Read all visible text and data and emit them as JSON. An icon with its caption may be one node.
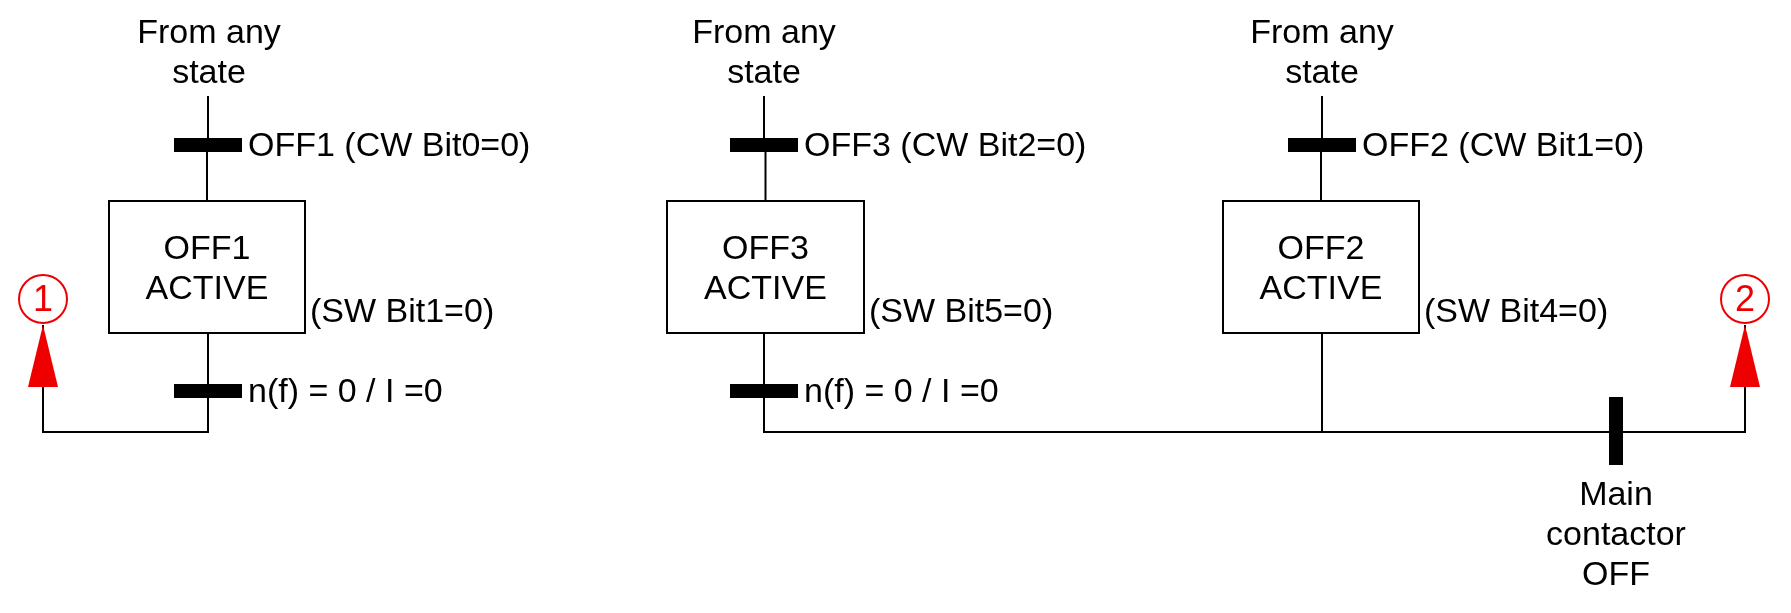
{
  "diagram": {
    "nodes": [
      {
        "text": [
          "From any state"
        ]
      },
      {
        "text": [],
        "shape": "bar",
        "beside": [
          "OFF1 (CW Bit0=0)"
        ]
      },
      {
        "text": [
          "OFF1 ACTIVE"
        ],
        "beside": [
          "(SW Bit1=0)"
        ]
      },
      {
        "text": [],
        "shape": "bar",
        "beside": [
          "n(f) = 0 / I =0"
        ]
      },
      {
        "text": [
          "1"
        ]
      },
      {
        "text": [
          "From any state"
        ]
      },
      {
        "text": [],
        "shape": "bar",
        "beside": [
          "OFF3 (CW Bit2=0)"
        ]
      },
      {
        "text": [
          "OFF3 ACTIVE"
        ],
        "beside": [
          "(SW Bit5=0)"
        ]
      },
      {
        "text": [],
        "shape": "bar",
        "beside": [
          "n(f) = 0 / I =0"
        ]
      },
      {
        "text": [
          "From any state"
        ]
      },
      {
        "text": [],
        "shape": "bar",
        "beside": [
          "OFF2 (CW Bit1=0)"
        ]
      },
      {
        "text": [
          "OFF2 ACTIVE"
        ],
        "beside": [
          "(SW Bit4=0)"
        ]
      },
      {
        "text": [],
        "shape": "bar",
        "beside": [
          "Main contactor OFF"
        ]
      },
      {
        "text": [
          "2"
        ]
      }
    ],
    "edges": [
      {
        "from": 0,
        "to": 1,
        "arrow": "none"
      },
      {
        "from": 1,
        "to": 2,
        "arrow": "none"
      },
      {
        "from": 2,
        "to": 3,
        "arrow": "none"
      },
      {
        "from": 3,
        "to": 4,
        "arrow": "to"
      },
      {
        "from": 5,
        "to": 6,
        "arrow": "none"
      },
      {
        "from": 6,
        "to": 7,
        "arrow": "none"
      },
      {
        "from": 7,
        "to": 8,
        "arrow": "none"
      },
      {
        "from": 8,
        "to": 12,
        "arrow": "none"
      },
      {
        "from": 9,
        "to": 10,
        "arrow": "none"
      },
      {
        "from": 10,
        "to": 11,
        "arrow": "none"
      },
      {
        "from": 11,
        "to": 12,
        "arrow": "none"
      },
      {
        "from": 12,
        "to": 13,
        "arrow": "to"
      }
    ]
  }
}
